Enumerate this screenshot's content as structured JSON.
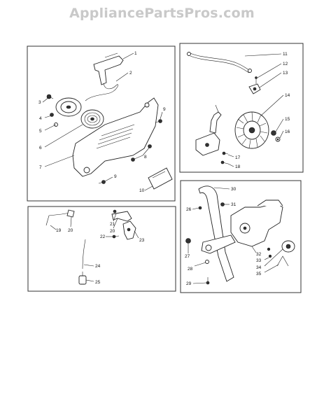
{
  "watermark": "AppliancePartsPros.com",
  "callouts": {
    "c1": "1",
    "c2": "2",
    "c3": "3",
    "c4": "4",
    "c5": "5",
    "c6": "6",
    "c7": "7",
    "c8": "8",
    "c9a": "9",
    "c9b": "9",
    "c10": "10",
    "c11": "11",
    "c12": "12",
    "c13": "13",
    "c14": "14",
    "c15": "15",
    "c16": "16",
    "c17": "17",
    "c18": "18",
    "c19": "19",
    "c20": "20",
    "c21": "21",
    "c22": "22",
    "c23": "23",
    "c24": "24",
    "c25": "25",
    "c26": "26",
    "c27": "27",
    "c28": "28",
    "c29": "29",
    "c30": "30",
    "c31": "31",
    "c32": "32",
    "c33": "33",
    "c34": "34",
    "c35": "35"
  }
}
